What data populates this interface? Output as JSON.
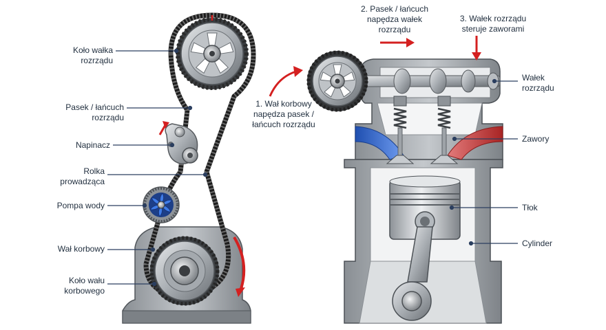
{
  "labels": {
    "camshaft_pulley": [
      "Koło wałka",
      "rozrządu"
    ],
    "belt": [
      "Pasek / łańcuch",
      "rozrządu"
    ],
    "tensioner": [
      "Napinacz"
    ],
    "idler": [
      "Rolka",
      "prowadząca"
    ],
    "water_pump": [
      "Pompa wody"
    ],
    "crankshaft": [
      "Wał korbowy"
    ],
    "crank_pulley": [
      "Koło wału",
      "korbowego"
    ],
    "step1": [
      "1. Wał korbowy",
      "napędza pasek /",
      "łańcuch rozrządu"
    ],
    "step2": [
      "2. Pasek / łańcuch",
      "napędza wałek",
      "rozrządu"
    ],
    "step3": [
      "3. Wałek rozrządu",
      "steruje zaworami"
    ],
    "camshaft": [
      "Wałek",
      "rozrządu"
    ],
    "valves": [
      "Zawory"
    ],
    "piston": [
      "Tłok"
    ],
    "cylinder": [
      "Cylinder"
    ]
  },
  "colors": {
    "leader": "#2b3e5f",
    "arrow": "#d42020",
    "metal_dark": "#5f6368",
    "metal_mid": "#9aa0a6",
    "metal_light": "#d7dadd",
    "belt": "#1c1c1c",
    "intake": "#3a6fd6",
    "exhaust": "#c63a3a",
    "pump_blue": "#2f6fd8"
  }
}
